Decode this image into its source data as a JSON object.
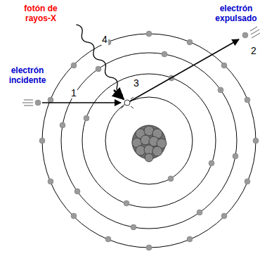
{
  "diagram": {
    "labels": [
      "fotón de rayos-X",
      "electrón expulsado",
      "electrón incidente",
      "1",
      "2",
      "3",
      "4"
    ]
  }
}
